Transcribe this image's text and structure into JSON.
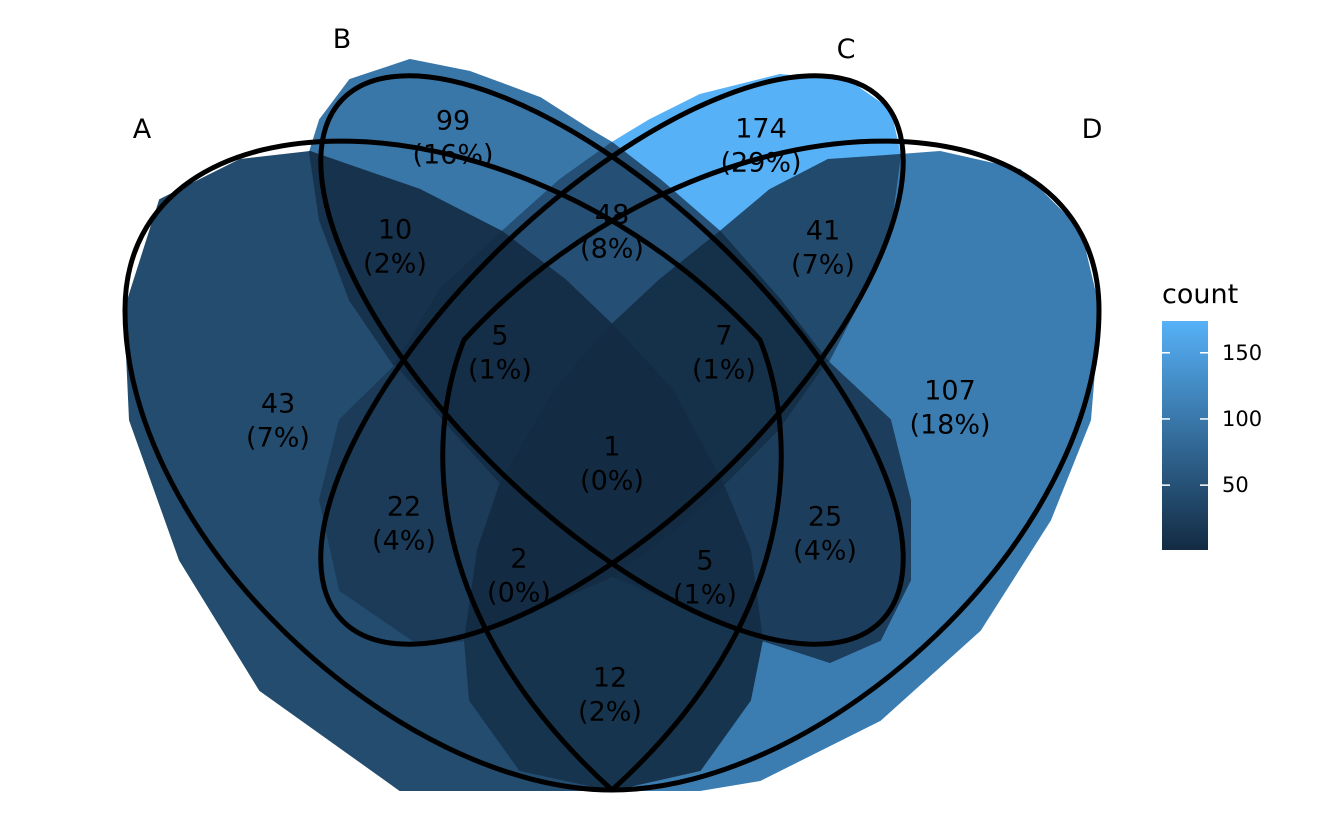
{
  "chart_data": {
    "type": "venn",
    "sets": [
      "A",
      "B",
      "C",
      "D"
    ],
    "regions": [
      {
        "id": "A",
        "count": 43,
        "percent": "(7%)"
      },
      {
        "id": "B",
        "count": 99,
        "percent": "(16%)"
      },
      {
        "id": "C",
        "count": 174,
        "percent": "(29%)"
      },
      {
        "id": "D",
        "count": 107,
        "percent": "(18%)"
      },
      {
        "id": "AB",
        "count": 10,
        "percent": "(2%)"
      },
      {
        "id": "BC",
        "count": 48,
        "percent": "(8%)"
      },
      {
        "id": "CD",
        "count": 41,
        "percent": "(7%)"
      },
      {
        "id": "ABC",
        "count": 5,
        "percent": "(1%)"
      },
      {
        "id": "BCD",
        "count": 7,
        "percent": "(1%)"
      },
      {
        "id": "ABCD",
        "count": 1,
        "percent": "(0%)"
      },
      {
        "id": "AC",
        "count": 22,
        "percent": "(4%)"
      },
      {
        "id": "BD",
        "count": 25,
        "percent": "(4%)"
      },
      {
        "id": "ACD",
        "count": 2,
        "percent": "(0%)"
      },
      {
        "id": "ABD",
        "count": 5,
        "percent": "(1%)"
      },
      {
        "id": "AD",
        "count": 12,
        "percent": "(2%)"
      }
    ],
    "legend": {
      "title": "count",
      "ticks": [
        50,
        100,
        150
      ],
      "range": [
        1,
        174
      ],
      "color_low": "#132B43",
      "color_high": "#56B1F7"
    }
  }
}
